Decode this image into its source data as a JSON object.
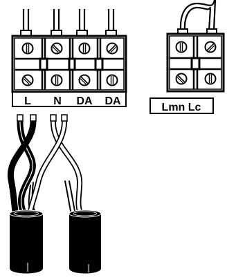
{
  "labels": {
    "terminal_l": "L",
    "terminal_n": "N",
    "terminal_da1": "DA",
    "terminal_da2": "DA",
    "lmn_lc": "Lmn Lc"
  },
  "colors": {
    "ink": "#000000",
    "paper": "#ffffff"
  }
}
